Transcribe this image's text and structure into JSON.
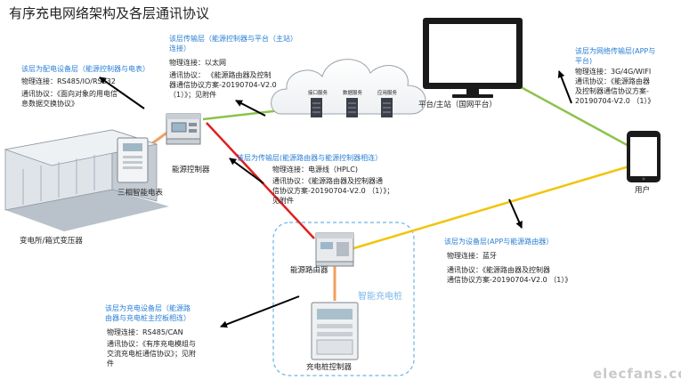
{
  "diagram": {
    "title": "有序充电网络架构及各层通讯协议",
    "nodes": {
      "substation": "变电所/箱式变压器",
      "meter": "三相智能电表",
      "energy_controller": "能源控制器",
      "platform": "平台/主站（国网平台）",
      "user": "用户",
      "energy_router": "能源路由器",
      "pile_label": "智能充电桩",
      "pile_controller": "充电桩控制器"
    },
    "cloud_services": [
      "接口服务",
      "数据服务",
      "应用服务"
    ],
    "layers": {
      "distribution": {
        "heading": "该层为配电设备层（能源控制器与电表）",
        "physical": "物理连接：RS485/IO/RS232",
        "protocol": "通讯协议：《面向对象的用电信\n息数据交换协议》"
      },
      "controller_platform": {
        "heading": "该层传输层（能源控制器与平台（主站）\n连接）",
        "physical": "物理连接：以太网",
        "protocol": "通讯协议：  《能源路由器及控制\n器通信协议方案-20190704-V2.0\n（1）》；见附件"
      },
      "network": {
        "heading": "该层为网络传输层(APP与\n平台)",
        "physical": "物理连接：3G/4G/WIFI",
        "protocol": "通讯协议：《能源路由器\n及控制器通信协议方案-\n20190704-V2.0 （1）》"
      },
      "router_controller": {
        "heading": "该层为传输层(能源路由器与能源控制器相连）",
        "physical": "物理连接：电源线（HPLC)",
        "protocol": "通讯协议：《能源路由器及控制器通\n信协议方案-20190704-V2.0 （1）》；\n见附件"
      },
      "device": {
        "heading": "该层为设备层(APP与能源路由器）",
        "physical": "物理连接：蓝牙",
        "protocol": "通讯协议：《能源路由器及控制器\n通信协议方案-20190704-V2.0 （1）》"
      },
      "charging_device": {
        "heading": "该层为充电设备层（能源路\n由器与充电桩主控板相连）",
        "physical": "物理连接：RS485/CAN",
        "protocol": "通讯协议：《有序充电模组与\n交流充电桩通信协议》；见附\n件"
      }
    },
    "watermark": "elecfans.com",
    "colors": {
      "heading_blue": "#2a7fd4",
      "link_green": "#8bc34a",
      "link_red": "#e02020",
      "link_yellow": "#f2c40c",
      "link_orange": "#f0a060",
      "dashed_box": "#6cb4e4"
    }
  }
}
